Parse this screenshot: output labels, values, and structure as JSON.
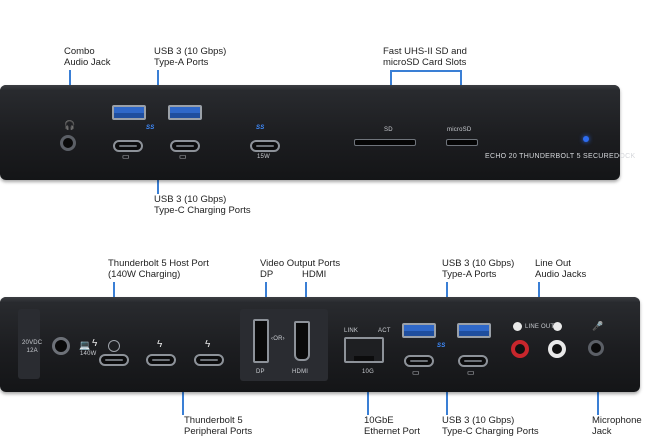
{
  "front_callouts": {
    "combo_audio": [
      "Combo",
      "Audio Jack"
    ],
    "usb_a_front": [
      "USB 3 (10 Gbps)",
      "Type-A Ports"
    ],
    "card_slots": [
      "Fast UHS-II SD and",
      "microSD Card Slots"
    ],
    "usb_c_front": [
      "USB 3 (10 Gbps)",
      "Type-C Charging Ports"
    ]
  },
  "front_panel": {
    "ss_label_1": "SS",
    "ss_label_2": "SS",
    "watt_label": "15W",
    "sd_label": "SD",
    "microsd_label": "microSD",
    "brand": "ECHO 20 THUNDERBOLT 5 SECUREDOCK"
  },
  "rear_callouts": {
    "tb5_host": [
      "Thunderbolt 5 Host Port",
      "(140W Charging)"
    ],
    "video_out": [
      "Video Output Ports",
      "DP"
    ],
    "hdmi": "HDMI",
    "usb_a_rear": [
      "USB 3 (10 Gbps)",
      "Type-A Ports"
    ],
    "line_out": [
      "Line Out",
      "Audio Jacks"
    ],
    "tb5_peripheral": [
      "Thunderbolt 5",
      "Peripheral Ports"
    ],
    "ethernet": [
      "10GbE",
      "Ethernet Port"
    ],
    "usb_c_rear": [
      "USB 3 (10 Gbps)",
      "Type-C Charging Ports"
    ],
    "microphone": [
      "Microphone",
      "Jack"
    ]
  },
  "rear_panel": {
    "power_label": [
      "20VDC",
      "12A"
    ],
    "host_watt": "140W",
    "or_label": "‹OR›",
    "dp_label": "DP",
    "hdmi_label": "HDMI",
    "link_label": "LINK",
    "act_label": "ACT",
    "tengig_label": "10G",
    "ss_label": "SS",
    "line_out_label": "LINE OUT"
  },
  "colors": {
    "leader": "#3a7fd5",
    "usb_a_blue": "#2f68c9",
    "line_out_red": "#c8262c",
    "status_led": "#2d6cf0"
  },
  "icons": [
    "headphone-icon",
    "thunderbolt-icon",
    "laptop-icon",
    "microphone-icon",
    "ethernet-icon"
  ]
}
